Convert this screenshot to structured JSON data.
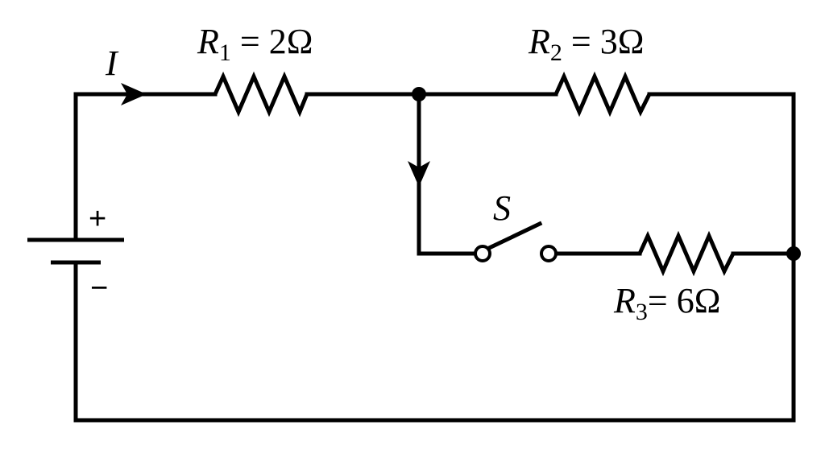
{
  "current": {
    "symbol": "I"
  },
  "battery": {
    "plus": "+",
    "minus": "−"
  },
  "resistors": [
    {
      "symbol": "R",
      "sub": "1",
      "eq": " = ",
      "value": "2Ω"
    },
    {
      "symbol": "R",
      "sub": "2",
      "eq": " = ",
      "value": "3Ω"
    },
    {
      "symbol": "R",
      "sub": "3",
      "eq": "= ",
      "value": "6Ω"
    }
  ],
  "switch": {
    "symbol": "S"
  }
}
